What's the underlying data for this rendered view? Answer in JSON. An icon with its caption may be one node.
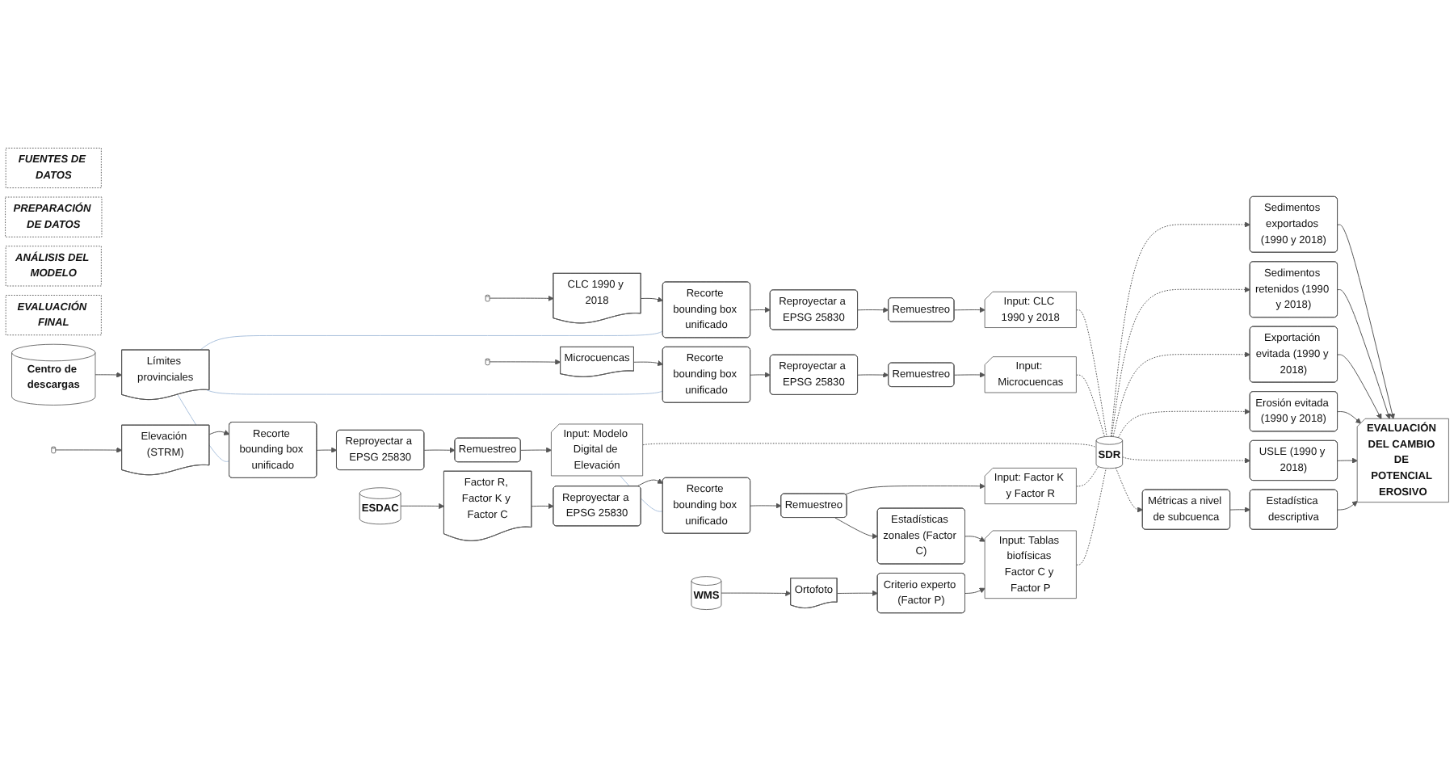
{
  "diagram": {
    "nodes": [
      {
        "text": [
          "FUENTES DE DATOS"
        ]
      },
      {
        "text": [
          "PREPARACIÓN DE DATOS"
        ]
      },
      {
        "text": [
          "ANÁLISIS DEL MODELO"
        ]
      },
      {
        "text": [
          "EVALUACIÓN FINAL"
        ]
      },
      {
        "text": [],
        "shape": "cylinder"
      },
      {
        "text": [
          "CLC 1990 y 2018"
        ]
      },
      {
        "text": [
          "Recorte bounding box unificado"
        ]
      },
      {
        "text": [
          "Reproyectar a EPSG 25830"
        ]
      },
      {
        "text": [
          "Remuestreo"
        ]
      },
      {
        "text": [
          "Input: CLC 1990 y 2018"
        ]
      },
      {
        "text": [],
        "shape": "cylinder"
      },
      {
        "text": [
          "Microcuencas"
        ]
      },
      {
        "text": [
          "Recorte bounding box unificado"
        ]
      },
      {
        "text": [
          "Reproyectar a EPSG 25830"
        ]
      },
      {
        "text": [
          "Remuestreo"
        ]
      },
      {
        "text": [
          "Input: Microcuencas"
        ]
      },
      {
        "text": [],
        "shape": "cylinder"
      },
      {
        "text": [
          "Elevación (STRM)"
        ]
      },
      {
        "text": [
          "Recorte bounding box unificado"
        ]
      },
      {
        "text": [
          "Reproyectar a EPSG 25830"
        ]
      },
      {
        "text": [
          "Remuestreo"
        ]
      },
      {
        "text": [
          "Input: Modelo Digital de Elevación"
        ]
      },
      {
        "text": [
          "ESDAC"
        ]
      },
      {
        "text": [
          "Factor R, Factor K y Factor C"
        ]
      },
      {
        "text": [
          "Reproyectar a EPSG 25830"
        ]
      },
      {
        "text": [
          "Recorte bounding box unificado"
        ]
      },
      {
        "text": [
          "Remuestreo"
        ]
      },
      {
        "text": [
          "Input: Factor K y Factor R"
        ]
      },
      {
        "text": [
          "Estadísticas zonales (Factor C)"
        ]
      },
      {
        "text": [
          "Input: Tablas biofísicas Factor C y Factor P"
        ]
      },
      {
        "text": [
          "WMS"
        ]
      },
      {
        "text": [
          "Ortofoto"
        ]
      },
      {
        "text": [
          "Criterio experto (Factor P)"
        ]
      },
      {
        "text": [
          "Centro de descargas"
        ]
      },
      {
        "text": [
          "Límites provinciales"
        ]
      },
      {
        "text": [
          "SDR"
        ]
      },
      {
        "text": [
          "Sedimentos exportados (1990 y 2018)"
        ]
      },
      {
        "text": [
          "Sedimentos retenidos (1990 y 2018)"
        ]
      },
      {
        "text": [
          "Exportación evitada (1990 y 2018)"
        ]
      },
      {
        "text": [
          "Erosión evitada (1990 y 2018)"
        ]
      },
      {
        "text": [
          "USLE (1990 y 2018)"
        ]
      },
      {
        "text": [
          "Métricas a nivel de subcuenca"
        ]
      },
      {
        "text": [
          "Estadística descriptiva"
        ]
      },
      {
        "text": [
          "EVALUACIÓN DEL CAMBIO DE POTENCIAL EROSIVO"
        ]
      }
    ],
    "edges": [
      {
        "from": 4,
        "to": 5,
        "arrow": "to"
      },
      {
        "from": 5,
        "to": 6,
        "arrow": "to"
      },
      {
        "from": 6,
        "to": 7,
        "arrow": "to"
      },
      {
        "from": 7,
        "to": 8,
        "arrow": "to"
      },
      {
        "from": 8,
        "to": 9,
        "arrow": "to"
      },
      {
        "from": 10,
        "to": 11,
        "arrow": "to"
      },
      {
        "from": 11,
        "to": 12,
        "arrow": "to"
      },
      {
        "from": 12,
        "to": 13,
        "arrow": "to"
      },
      {
        "from": 13,
        "to": 14,
        "arrow": "to"
      },
      {
        "from": 14,
        "to": 15,
        "arrow": "to"
      },
      {
        "from": 16,
        "to": 17,
        "arrow": "to"
      },
      {
        "from": 17,
        "to": 18,
        "arrow": "to"
      },
      {
        "from": 18,
        "to": 19,
        "arrow": "to"
      },
      {
        "from": 19,
        "to": 20,
        "arrow": "to"
      },
      {
        "from": 20,
        "to": 21,
        "arrow": "to"
      },
      {
        "from": 22,
        "to": 23,
        "arrow": "to"
      },
      {
        "from": 23,
        "to": 24,
        "arrow": "to"
      },
      {
        "from": 24,
        "to": 25,
        "arrow": "to"
      },
      {
        "from": 25,
        "to": 26,
        "arrow": "to"
      },
      {
        "from": 26,
        "to": 27,
        "arrow": "to"
      },
      {
        "from": 26,
        "to": 28,
        "arrow": "to"
      },
      {
        "from": 28,
        "to": 29,
        "arrow": "to"
      },
      {
        "from": 30,
        "to": 31,
        "arrow": "to"
      },
      {
        "from": 31,
        "to": 32,
        "arrow": "to"
      },
      {
        "from": 32,
        "to": 29,
        "arrow": "to"
      },
      {
        "from": 33,
        "to": 34,
        "arrow": "to"
      },
      {
        "from": 34,
        "to": 6,
        "arrow": "none",
        "color": "#a9c0dc"
      },
      {
        "from": 34,
        "to": 12,
        "arrow": "none",
        "color": "#a9c0dc"
      },
      {
        "from": 34,
        "to": 18,
        "arrow": "none",
        "color": "#a9c0dc"
      },
      {
        "from": 21,
        "to": 25,
        "arrow": "none",
        "color": "#a9c0dc"
      },
      {
        "from": 9,
        "to": 35,
        "arrow": "none",
        "style": "dashed"
      },
      {
        "from": 15,
        "to": 35,
        "arrow": "none",
        "style": "dashed"
      },
      {
        "from": 21,
        "to": 35,
        "arrow": "none",
        "style": "dashed"
      },
      {
        "from": 27,
        "to": 35,
        "arrow": "none",
        "style": "dashed"
      },
      {
        "from": 29,
        "to": 35,
        "arrow": "none",
        "style": "dashed"
      },
      {
        "from": 35,
        "to": 36,
        "arrow": "to",
        "style": "dashed"
      },
      {
        "from": 35,
        "to": 37,
        "arrow": "to",
        "style": "dashed"
      },
      {
        "from": 35,
        "to": 38,
        "arrow": "to",
        "style": "dashed"
      },
      {
        "from": 35,
        "to": 39,
        "arrow": "to",
        "style": "dashed"
      },
      {
        "from": 35,
        "to": 40,
        "arrow": "to",
        "style": "dashed"
      },
      {
        "from": 35,
        "to": 41,
        "arrow": "to",
        "style": "dashed"
      },
      {
        "from": 41,
        "to": 42,
        "arrow": "to"
      },
      {
        "from": 36,
        "to": 43,
        "arrow": "to"
      },
      {
        "from": 37,
        "to": 43,
        "arrow": "to"
      },
      {
        "from": 38,
        "to": 43,
        "arrow": "to"
      },
      {
        "from": 39,
        "to": 43,
        "arrow": "to"
      },
      {
        "from": 40,
        "to": 43,
        "arrow": "to"
      },
      {
        "from": 42,
        "to": 43,
        "arrow": "to"
      }
    ]
  }
}
